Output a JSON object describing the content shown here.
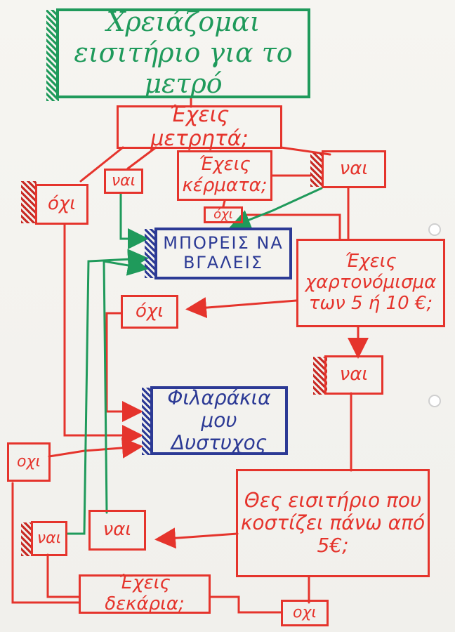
{
  "diagram": {
    "start": "Χρειάζομαι εισιτήριο για το μετρό",
    "q_card": "Έχεις μετρητά;",
    "q_coins": "Έχεις κέρματα;",
    "q_note": "Έχεις χαρτονόμισμα των 5 ή 10 €;",
    "q_ticket": "Θες εισιτήριο που κοστίζει πάνω από 5€;",
    "q_euros": "Έχεις δεκάρια;",
    "ans_yes": "ναι",
    "ans_no": "όχι",
    "ans_no_plain": "οχι",
    "result_ok": "ΜΠΟΡΕΙΣ ΝΑ ΒΓΑΛΕΙΣ",
    "result_bad": "Φιλαράκια μου Δυστυχος"
  },
  "colors": {
    "red": "#e5342c",
    "green": "#1f9a5b",
    "blue": "#2c3a95"
  }
}
